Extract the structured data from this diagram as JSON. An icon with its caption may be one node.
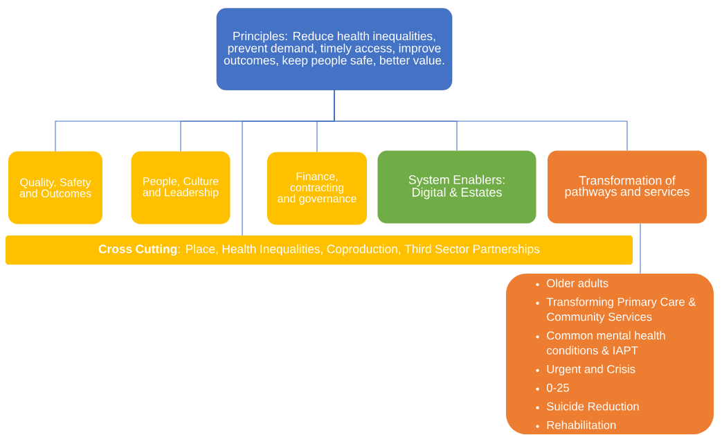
{
  "diagram": {
    "nodes": [
      {
        "text": [
          "Principles: Reduce health inequalities, prevent demand, timely access, improve outcomes, keep people safe, better value."
        ]
      },
      {
        "text": [
          "Quality, Safety and Outcomes"
        ]
      },
      {
        "text": [
          "People, Culture and Leadership"
        ]
      },
      {
        "text": [
          "Finance, contracting and governance"
        ]
      },
      {
        "text": [
          "System Enablers: Digital & Estates"
        ]
      },
      {
        "text": [
          "Transformation of pathways and services"
        ]
      },
      {
        "text": [
          "**Cross Cutting**: Place, Health Inequalities, Coproduction, Third Sector Partnerships"
        ]
      },
      {
        "text": [
          "Older adults",
          "Transforming Primary Care & Community Services",
          "Common mental health conditions & IAPT",
          "Urgent and Crisis",
          "0-25",
          "Suicide Reduction",
          "Rehabilitation"
        ]
      }
    ],
    "edges": [
      {
        "from": 0,
        "to": 1,
        "arrow": "none"
      },
      {
        "from": 0,
        "to": 2,
        "arrow": "none"
      },
      {
        "from": 0,
        "to": 6,
        "arrow": "none"
      },
      {
        "from": 0,
        "to": 3,
        "arrow": "none"
      },
      {
        "from": 0,
        "to": 4,
        "arrow": "none"
      },
      {
        "from": 0,
        "to": 5,
        "arrow": "none"
      },
      {
        "from": 5,
        "to": 7,
        "arrow": "none"
      }
    ]
  }
}
